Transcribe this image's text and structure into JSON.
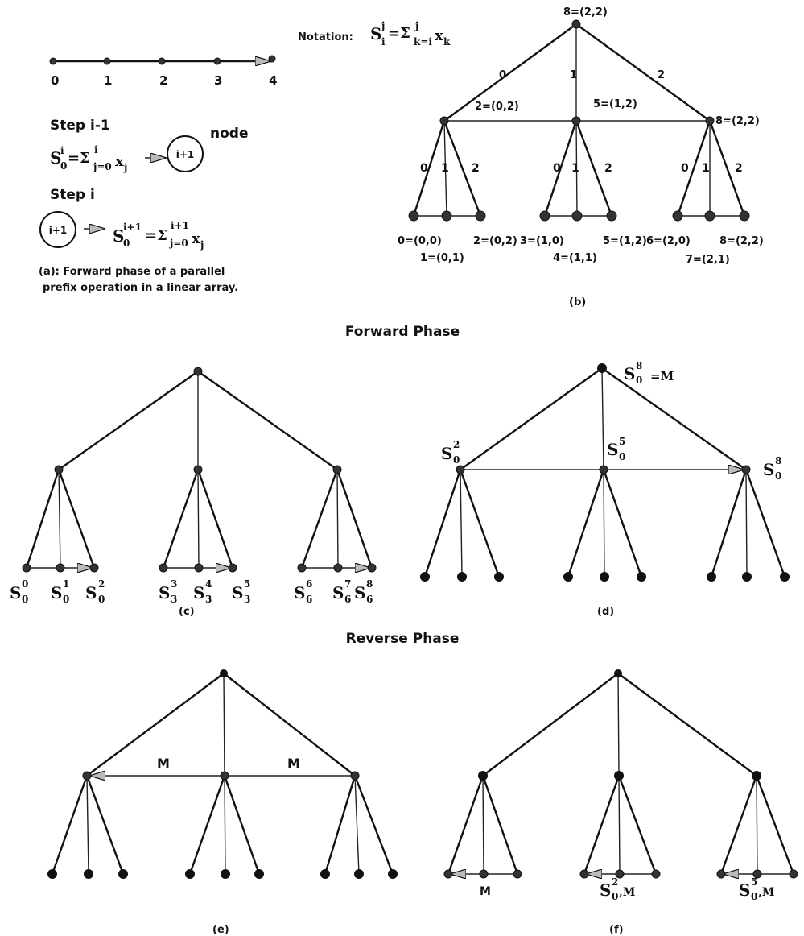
{
  "panel_a": {
    "line_labels": [
      "0",
      "1",
      "2",
      "3",
      "4"
    ],
    "step_prev_title": "Step i-1",
    "step_prev_formula": {
      "lhs": "S",
      "lhs_sup": "i",
      "lhs_sub": "0",
      "eq": "=Σ",
      "sum_sup": "i",
      "sum_sub": "j=0",
      "var": "x",
      "var_sub": "j"
    },
    "node_circle_label": "i+1",
    "node_word": "node",
    "step_cur_title": "Step i",
    "step_cur_formula": {
      "lhs": "S",
      "lhs_sup": "i+1",
      "lhs_sub": "0",
      "eq": "=Σ",
      "sum_sup": "i+1",
      "sum_sub": "j=0",
      "var": "x",
      "var_sub": "j"
    },
    "caption_line1": "(a): Forward phase of a parallel",
    "caption_line2": "prefix operation in a linear array."
  },
  "panel_b": {
    "notation_label": "Notation:",
    "notation_formula": {
      "lhs": "S",
      "lhs_sup": "j",
      "lhs_sub": "i",
      "eq": "=Σ",
      "sum_sup": "j",
      "sum_sub": "k=i",
      "var": "x",
      "var_sub": "k"
    },
    "root_label": "8=(2,2)",
    "top_edge_labels": [
      "0",
      "1",
      "2"
    ],
    "mid_labels": [
      "2=(0,2)",
      "5=(1,2)",
      "8=(2,2)"
    ],
    "sub_edge_labels": [
      "0",
      "1",
      "2"
    ],
    "leaf_labels_upper": [
      "0=(0,0)",
      "2=(0,2)",
      "3=(1,0)",
      "5=(1,2)",
      "6=(2,0)",
      "8=(2,2)"
    ],
    "leaf_labels_lower": [
      "1=(0,1)",
      "4=(1,1)",
      "7=(2,1)"
    ],
    "caption": "(b)"
  },
  "forward_title": "Forward Phase",
  "panel_c": {
    "leaf_labels": [
      {
        "sup": "0",
        "sub": "0"
      },
      {
        "sup": "1",
        "sub": "0"
      },
      {
        "sup": "2",
        "sub": "0"
      },
      {
        "sup": "3",
        "sub": "3"
      },
      {
        "sup": "4",
        "sub": "3"
      },
      {
        "sup": "5",
        "sub": "3"
      },
      {
        "sup": "6",
        "sub": "6"
      },
      {
        "sup": "7",
        "sub": "6"
      },
      {
        "sup": "8",
        "sub": "6"
      }
    ],
    "letter": "S",
    "caption": "(c)"
  },
  "panel_d": {
    "root_label": {
      "sup": "8",
      "sub": "0",
      "suffix": "=M"
    },
    "mid_labels": [
      {
        "sup": "2",
        "sub": "0"
      },
      {
        "sup": "5",
        "sub": "0"
      },
      {
        "sup": "8",
        "sub": "0"
      }
    ],
    "letter": "S",
    "caption": "(d)"
  },
  "reverse_title": "Reverse Phase",
  "panel_e": {
    "arrow_labels": [
      "M",
      "M"
    ],
    "caption": "(e)"
  },
  "panel_f": {
    "leaf_labels": [
      {
        "text": "M"
      },
      {
        "letter": "S",
        "sup": "2",
        "sub": "0",
        "suffix": ",M"
      },
      {
        "letter": "S",
        "sup": "5",
        "sub": "0",
        "suffix": ",M"
      }
    ],
    "caption": "(f)"
  }
}
